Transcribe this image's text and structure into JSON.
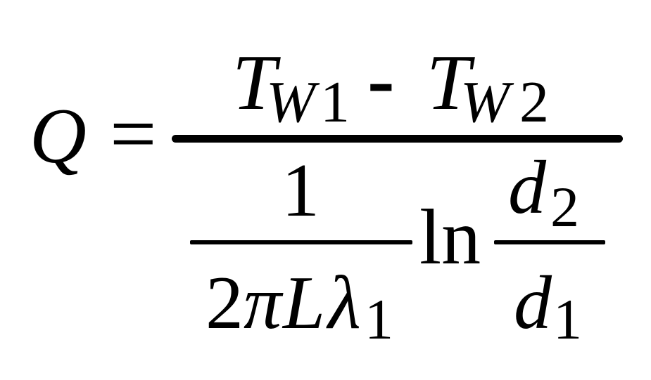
{
  "formula": {
    "lhs": "Q",
    "equals": "=",
    "numerator": {
      "t1": "T",
      "t1_sub_letter": "W",
      "t1_sub_index": "1",
      "minus": "-",
      "t2": "T",
      "t2_sub_letter": "W",
      "t2_sub_index": "2"
    },
    "denominator": {
      "inner_num": "1",
      "two": "2",
      "pi": "π",
      "L": "L",
      "lambda": "λ",
      "lambda_sub": "1",
      "ln": "ln",
      "d_top": "d",
      "d_top_sub": "2",
      "d_bot": "d",
      "d_bot_sub": "1"
    }
  }
}
